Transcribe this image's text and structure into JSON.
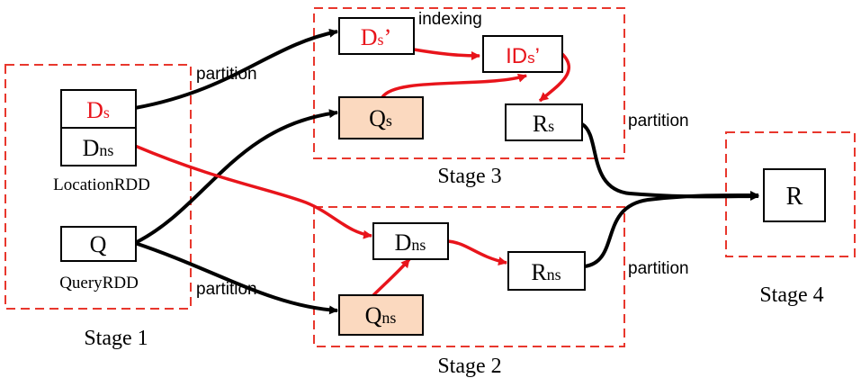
{
  "colors": {
    "stage_border": "#e8372d",
    "black_arrow": "#000000",
    "red_arrow": "#e8141b",
    "highlight_fill": "#fbd9bf",
    "red_text": "#e8141b"
  },
  "stages": {
    "stage1": "Stage 1",
    "stage2": "Stage 2",
    "stage3": "Stage 3",
    "stage4": "Stage 4"
  },
  "nodes": {
    "ds": {
      "main": "D",
      "sub": "s"
    },
    "dns": {
      "main": "D",
      "sub": "ns"
    },
    "q": {
      "main": "Q"
    },
    "ds_prime": {
      "main": "D",
      "sub": "s",
      "suffix": "’"
    },
    "ids_prime": {
      "main": "ID",
      "sub": "s",
      "suffix": "’"
    },
    "qs": {
      "main": "Q",
      "sub": "s"
    },
    "rs": {
      "main": "R",
      "sub": "s"
    },
    "dns2": {
      "main": "D",
      "sub": "ns"
    },
    "qns": {
      "main": "Q",
      "sub": "ns"
    },
    "rns": {
      "main": "R",
      "sub": "ns"
    },
    "r": {
      "main": "R"
    }
  },
  "captions": {
    "location_rdd": "LocationRDD",
    "query_rdd": "QueryRDD"
  },
  "edge_labels": {
    "partition_top": "partition",
    "partition_bottom": "partition",
    "partition_rs": "partition",
    "partition_rns": "partition",
    "indexing": "indexing"
  }
}
